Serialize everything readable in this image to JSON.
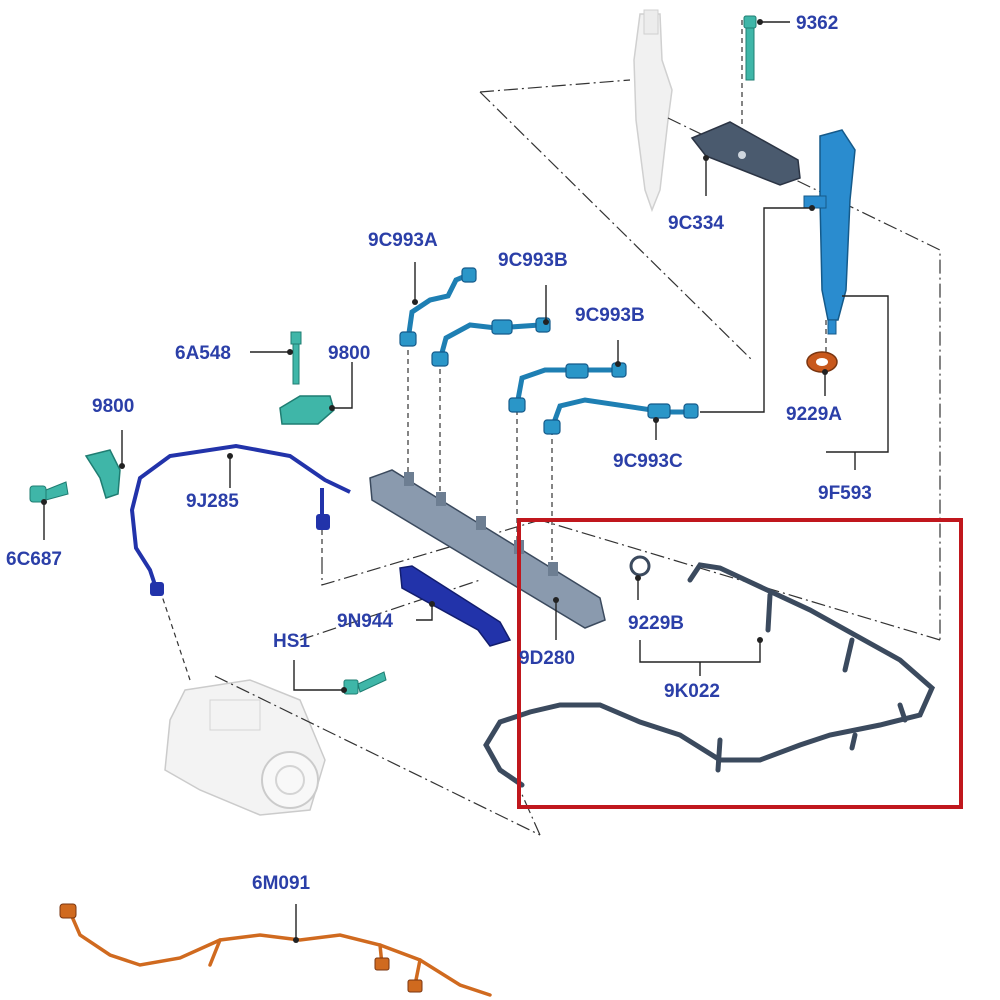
{
  "labels": {
    "p9362": "9362",
    "p9C334": "9C334",
    "p9C993A": "9C993A",
    "p9C993B_1": "9C993B",
    "p9C993B_2": "9C993B",
    "p6A548": "6A548",
    "p9800_1": "9800",
    "p9800_2": "9800",
    "p9229A": "9229A",
    "p9J285": "9J285",
    "p9C993C": "9C993C",
    "p9F593": "9F593",
    "p6C687": "6C687",
    "p9229B": "9229B",
    "p9N944": "9N944",
    "pHS1": "HS1",
    "p9D280": "9D280",
    "p9K022": "9K022",
    "p6M091": "6M091"
  },
  "colors": {
    "label": "#2b3fa8",
    "teal_part": "#3fb6a8",
    "blue_pipe": "#1e7fb3",
    "dark_blue_part": "#2233aa",
    "injector": "#2a8ccf",
    "harness_orange": "#d06a1f",
    "harness_dark": "#3b4a5e",
    "highlight_box": "#c0171d",
    "washer": "#c8581c"
  }
}
